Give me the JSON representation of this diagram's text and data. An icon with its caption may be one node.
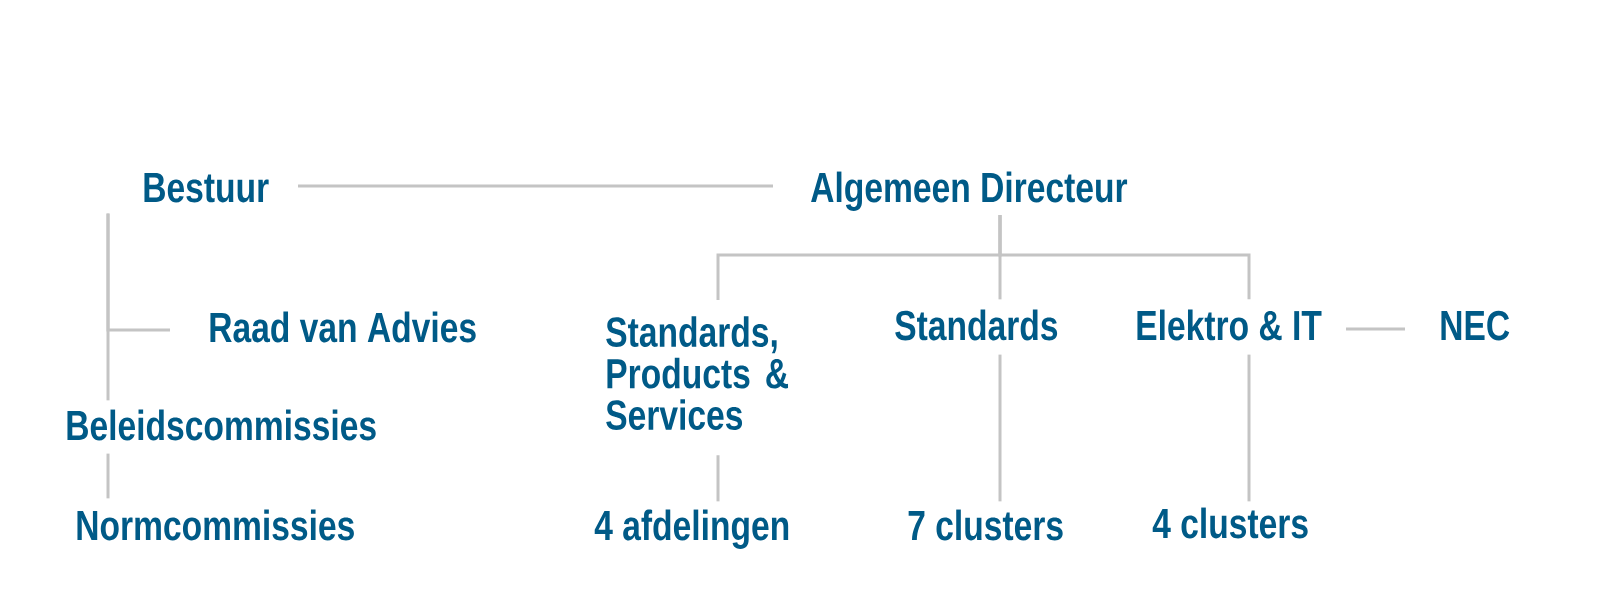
{
  "diagram": {
    "nodes": [
      {
        "text": [
          "Bestuur"
        ]
      },
      {
        "text": [
          "Algemeen Directeur"
        ]
      },
      {
        "text": [
          "Raad van Advies"
        ]
      },
      {
        "text": [
          "Standards, Products & Services"
        ]
      },
      {
        "text": [
          "Standards"
        ]
      },
      {
        "text": [
          "Elektro & IT"
        ]
      },
      {
        "text": [
          "NEC"
        ]
      },
      {
        "text": [
          "Beleidscommissies"
        ]
      },
      {
        "text": [
          "Normcommissies"
        ]
      },
      {
        "text": [
          "4 afdelingen"
        ]
      },
      {
        "text": [
          "7 clusters"
        ]
      },
      {
        "text": [
          "4 clusters"
        ]
      }
    ],
    "edges": [
      {
        "from": 0,
        "to": 1,
        "arrow": "none"
      },
      {
        "from": 0,
        "to": 2,
        "arrow": "none"
      },
      {
        "from": 0,
        "to": 7,
        "arrow": "none"
      },
      {
        "from": 7,
        "to": 8,
        "arrow": "none"
      },
      {
        "from": 1,
        "to": 3,
        "arrow": "none"
      },
      {
        "from": 1,
        "to": 4,
        "arrow": "none"
      },
      {
        "from": 1,
        "to": 5,
        "arrow": "none"
      },
      {
        "from": 5,
        "to": 6,
        "arrow": "none"
      },
      {
        "from": 3,
        "to": 9,
        "arrow": "none"
      },
      {
        "from": 4,
        "to": 10,
        "arrow": "none"
      },
      {
        "from": 5,
        "to": 11,
        "arrow": "none"
      }
    ]
  }
}
